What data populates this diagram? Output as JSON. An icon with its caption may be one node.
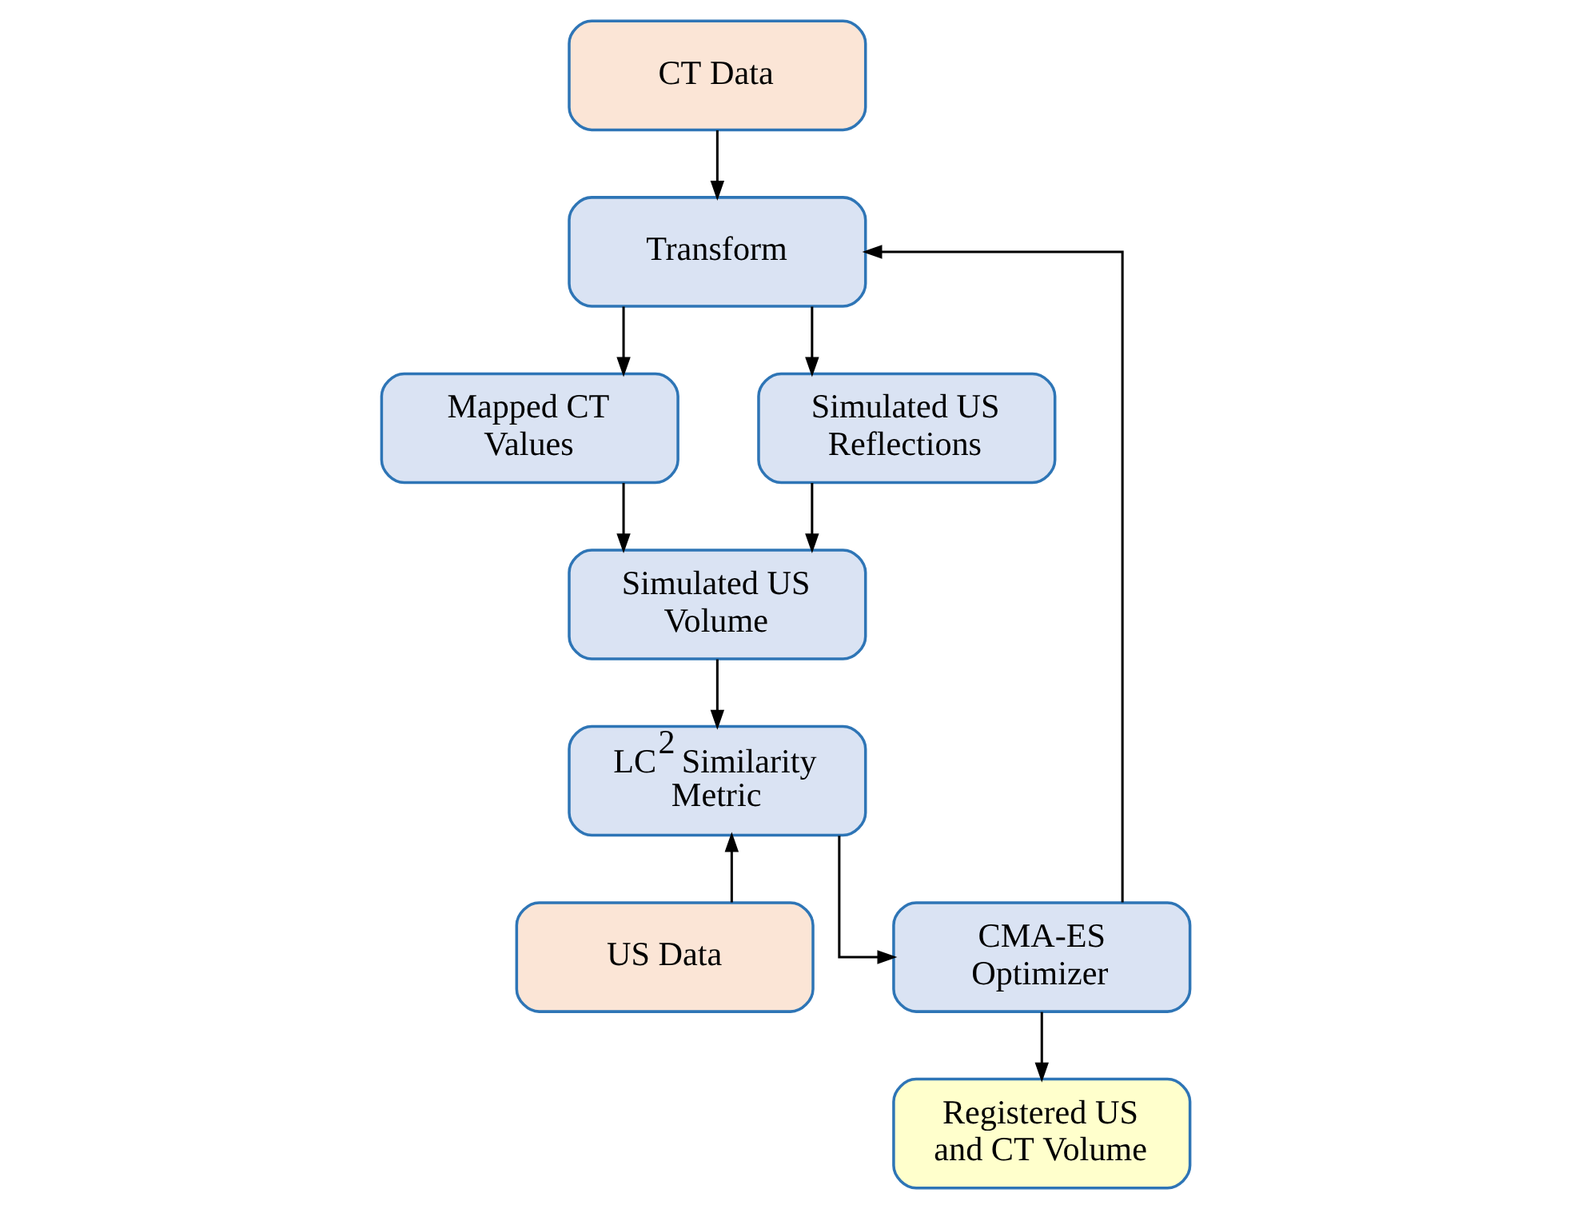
{
  "diagram": {
    "nodes": [
      {
        "text": [
          "CT Data"
        ]
      },
      {
        "text": [
          "Transform"
        ]
      },
      {
        "text": [
          "Mapped CT Values"
        ]
      },
      {
        "text": [
          "Simulated US Reflections"
        ]
      },
      {
        "text": [
          "Simulated US Volume"
        ]
      },
      {
        "text": [
          "LC$^{2}$ Similarity Metric"
        ]
      },
      {
        "text": [
          "US Data"
        ]
      },
      {
        "text": [
          "CMA-ES Optimizer"
        ]
      },
      {
        "text": [
          "Registered US and CT Volume"
        ]
      }
    ],
    "edges": [
      {
        "from": 0,
        "to": 1,
        "arrow": "to"
      },
      {
        "from": 1,
        "to": 2,
        "arrow": "to"
      },
      {
        "from": 1,
        "to": 3,
        "arrow": "to"
      },
      {
        "from": 2,
        "to": 4,
        "arrow": "to"
      },
      {
        "from": 3,
        "to": 4,
        "arrow": "to"
      },
      {
        "from": 4,
        "to": 5,
        "arrow": "to"
      },
      {
        "from": 6,
        "to": 5,
        "arrow": "to"
      },
      {
        "from": 5,
        "to": 7,
        "arrow": "to"
      },
      {
        "from": 7,
        "to": 1,
        "arrow": "to"
      },
      {
        "from": 7,
        "to": 8,
        "arrow": "to"
      }
    ]
  }
}
